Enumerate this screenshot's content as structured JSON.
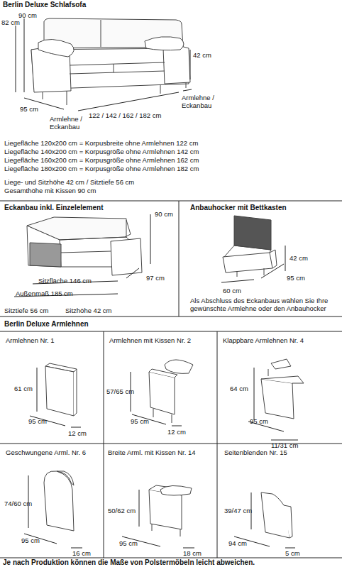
{
  "diagram": {
    "title": "Berlin Deluxe Schlafsofa",
    "labels": [
      "90 cm",
      "82 cm",
      "42 cm",
      "95 cm",
      "Armlehne / Eckanbau",
      "122 / 142 / 162 / 182 cm",
      "Armlehne / Eckanbau",
      "Liegefläche 120x200 cm = Korpusbreite ohne Armlehnen 122 cm",
      "Liegefläche 140x200 cm = Korpusgröße ohne Armlehnen 142 cm",
      "Liegefläche 160x200 cm = Korpusgröße ohne Armlehnen 162 cm",
      "Liegefläche 180x200 cm = Korpusgröße ohne Armlehnen 182 cm",
      "Liege- und Sitzhöhe 42 cm / Sitztiefe 56 cm",
      "Gesamthöhe mit Kissen 90 cm",
      "Eckanbau inkl. Einzelelement",
      "90 cm",
      "Sitzfläche 146 cm",
      "97 cm",
      "Außenmaß 185 cm",
      "Sitztiefe 56 cm",
      "Sitzhöhe 42 cm",
      "Anbauhocker mit Bettkasten",
      "42 cm",
      "60 cm",
      "95 cm",
      "Als Abschluss des Eckanbaus wählen Sie Ihre gewünschte Armlehne oder den Anbauhocker",
      "Berlin Deluxe Armlehnen",
      "Armlehnen Nr. 1",
      "61 cm",
      "95 cm",
      "12 cm",
      "Armlehnen mit Kissen Nr. 2",
      "57/65 cm",
      "95 cm",
      "12 cm",
      "Klappbare Armlehnen Nr. 4",
      "64 cm",
      "95 cm",
      "11/31 cm",
      "Geschwungene Arml. Nr. 6",
      "74/60 cm",
      "95 cm",
      "16 cm",
      "Breite Arml. mit Kissen Nr. 14",
      "50/62 cm",
      "95 cm",
      "18 cm",
      "Seitenblenden Nr. 15",
      "39/47 cm",
      "94 cm",
      "5 cm",
      "Je nach Produktion können die Maße von Polstermöbeln leicht abweichen."
    ]
  }
}
